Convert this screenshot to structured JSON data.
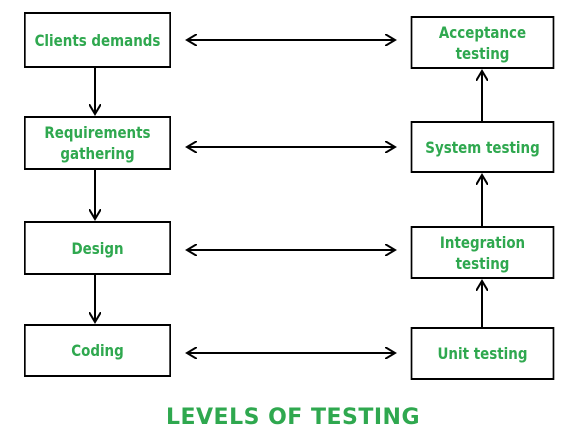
{
  "title": "LEVELS OF TESTING",
  "colors": {
    "label_text": "#2fa84f",
    "border": "#000000",
    "arrow": "#000000",
    "background": "#ffffff"
  },
  "development_steps": [
    {
      "id": "clients",
      "label": "Clients demands"
    },
    {
      "id": "requirements",
      "label": "Requirements gathering"
    },
    {
      "id": "design",
      "label": "Design"
    },
    {
      "id": "coding",
      "label": "Coding"
    }
  ],
  "testing_levels": [
    {
      "id": "unit",
      "label": "Unit testing"
    },
    {
      "id": "integration",
      "label": "Integration testing"
    },
    {
      "id": "system",
      "label": "System testing"
    },
    {
      "id": "acceptance",
      "label": "Acceptance testing"
    }
  ],
  "links": [
    {
      "from": "clients",
      "to": "acceptance",
      "kind": "bidirectional"
    },
    {
      "from": "requirements",
      "to": "system",
      "kind": "bidirectional"
    },
    {
      "from": "design",
      "to": "integration",
      "kind": "bidirectional"
    },
    {
      "from": "coding",
      "to": "unit",
      "kind": "bidirectional"
    },
    {
      "from": "clients",
      "to": "requirements",
      "kind": "flow"
    },
    {
      "from": "requirements",
      "to": "design",
      "kind": "flow"
    },
    {
      "from": "design",
      "to": "coding",
      "kind": "flow"
    },
    {
      "from": "unit",
      "to": "integration",
      "kind": "flow"
    },
    {
      "from": "integration",
      "to": "system",
      "kind": "flow"
    },
    {
      "from": "system",
      "to": "acceptance",
      "kind": "flow"
    }
  ]
}
